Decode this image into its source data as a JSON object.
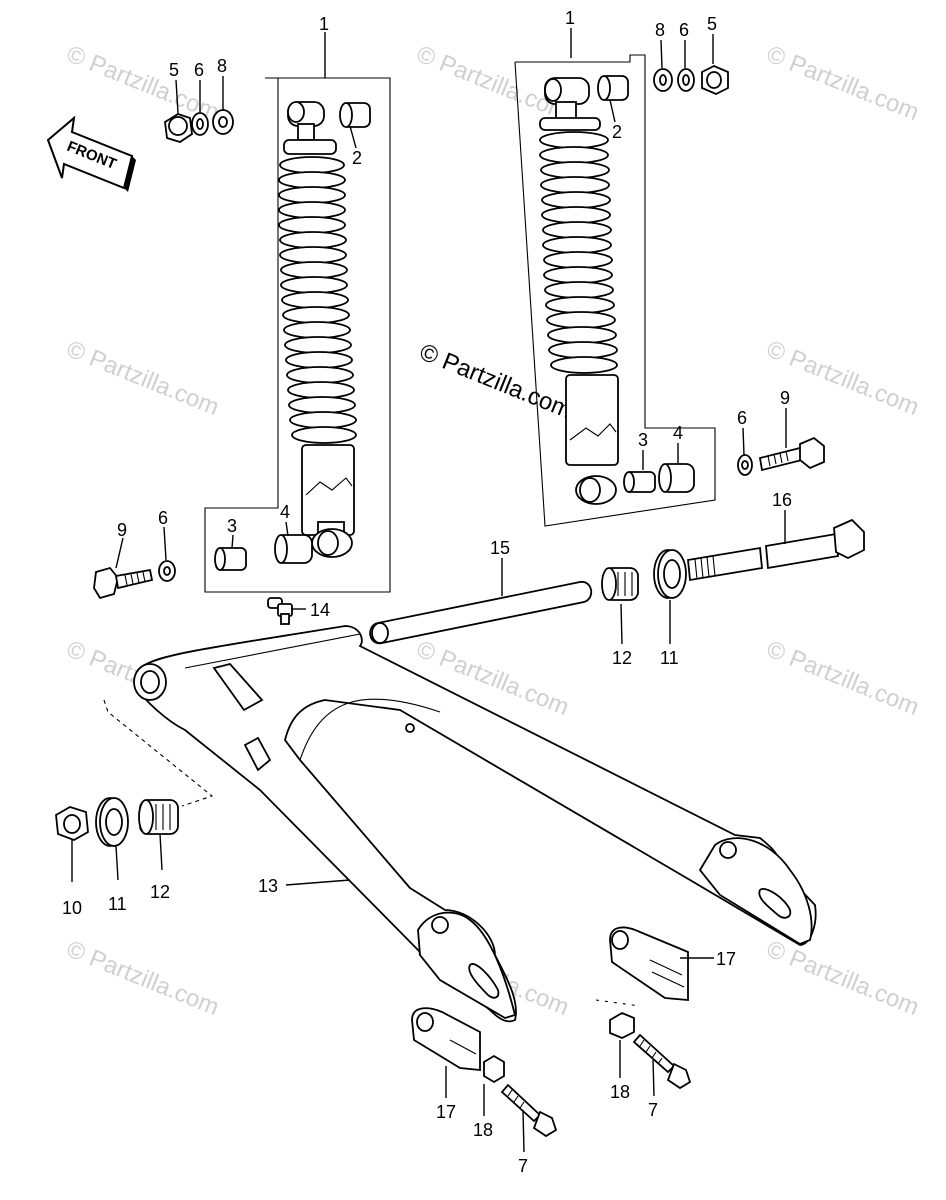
{
  "copyright": "© Partzilla.com",
  "watermark": "© Partzilla.com",
  "front_label": "FRONT",
  "callouts": {
    "l_shock_1": "1",
    "l_bushing_2": "2",
    "l_bolt_9": "9",
    "l_washer_6": "6",
    "l_collar_3": "3",
    "l_bush_4": "4",
    "l_nut_5": "5",
    "l_washer_6b": "6",
    "l_washer_8": "8",
    "r_shock_1": "1",
    "r_bushing_2": "2",
    "r_washer_8": "8",
    "r_washer_6": "6",
    "r_nut_5": "5",
    "r_collar_3": "3",
    "r_bush_4": "4",
    "r_washer_6b": "6",
    "r_bolt_9": "9",
    "fitting_14": "14",
    "sleeve_15": "15",
    "bolt_16": "16",
    "bearing_12r": "12",
    "seal_11r": "11",
    "nut_10": "10",
    "seal_11l": "11",
    "bearing_12l": "12",
    "swingarm_13": "13",
    "adjuster_17r": "17",
    "nut_18r": "18",
    "bolt_7r": "7",
    "adjuster_17l": "17",
    "nut_18l": "18",
    "bolt_7l": "7"
  }
}
